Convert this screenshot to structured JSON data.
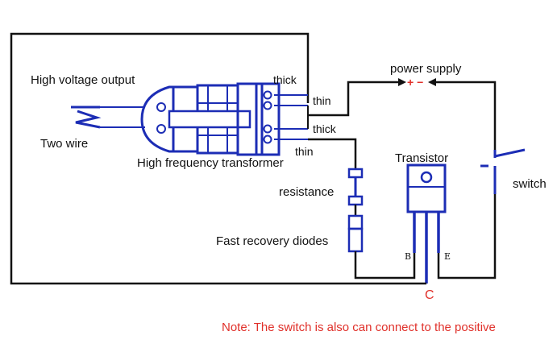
{
  "labels": {
    "high_voltage_output": "High voltage output",
    "two_wire": "Two wire",
    "transformer": "High frequency transformer",
    "thick_top": "thick",
    "thin_top": "thin",
    "thick_bottom": "thick",
    "thin_bottom": "thin",
    "power_supply": "power supply",
    "polarity": "+ −",
    "transistor": "Transistor",
    "switch": "switch",
    "resistance": "resistance",
    "diodes": "Fast recovery diodes",
    "pin_b": "B",
    "pin_e": "E",
    "pin_c": "C",
    "note": "Note: The switch is also can connect to the positive"
  },
  "colors": {
    "wire_black": "#111111",
    "wire_blue": "#1c2db5",
    "note_red": "#e0302a"
  }
}
